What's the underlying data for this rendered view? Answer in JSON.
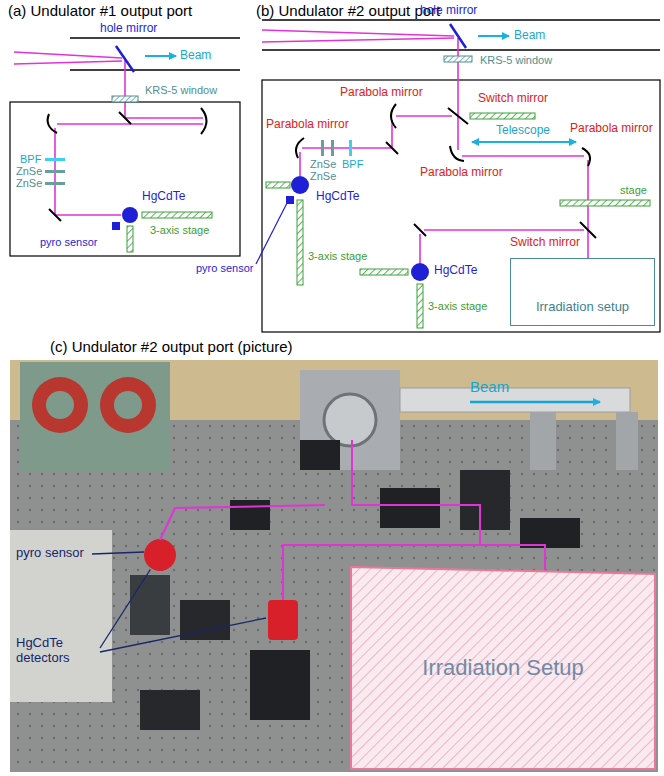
{
  "diagram": {
    "nodes": [
      {
        "text": [
          "Irradiation setup"
        ]
      },
      {
        "text": [
          "Irradiation Setup"
        ]
      }
    ],
    "labels": [
      "(a) Undulator #1 output port",
      "hole mirror",
      "Beam",
      "KRS-5 window",
      "BPF",
      "ZnSe",
      "ZnSe",
      "HgCdTe",
      "3-axis stage",
      "pyro sensor",
      "(b) Undulator #2 output port",
      "hole mirror",
      "Beam",
      "KRS-5 window",
      "Parabola mirror",
      "Switch mirror",
      "Parabola mirror",
      "ZnSe",
      "ZnSe",
      "BPF",
      "Parabola mirror",
      "Telescope",
      "Parabola mirror",
      "stage",
      "Switch mirror",
      "HgCdTe",
      "pyro sensor",
      "3-axis stage",
      "HgCdTe",
      "3-axis stage",
      "(c) Undulator #2 output port (picture)",
      "Beam",
      "pyro sensor",
      "HgCdTe detectors"
    ]
  }
}
